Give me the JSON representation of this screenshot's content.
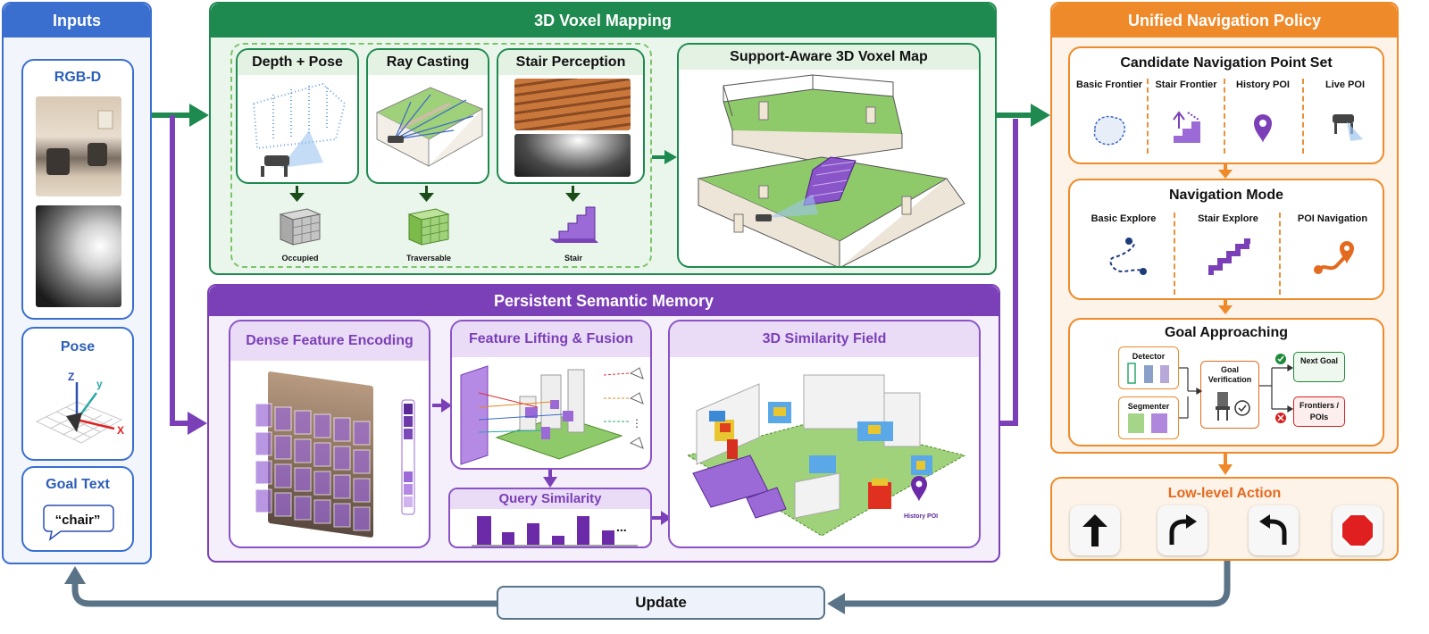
{
  "inputs": {
    "title": "Inputs",
    "rgbd_label": "RGB-D",
    "pose_label": "Pose",
    "axis_z": "Z",
    "axis_y": "y",
    "axis_x": "X",
    "goal_label": "Goal Text",
    "goal_value": "“chair”"
  },
  "voxel_mapping": {
    "title": "3D Voxel Mapping",
    "depth_pose": "Depth + Pose",
    "ray_casting": "Ray Casting",
    "stair_perception": "Stair Perception",
    "occupied": "Occupied",
    "traversable": "Traversable",
    "stair": "Stair",
    "voxel_map_title": "Support-Aware 3D Voxel Map"
  },
  "semantic_memory": {
    "title": "Persistent Semantic Memory",
    "dense_feature": "Dense Feature Encoding",
    "lifting": "Feature Lifting & Fusion",
    "query": "Query Similarity",
    "similarity_field": "3D Similarity Field",
    "history_poi": "History POI",
    "ellipsis": "..."
  },
  "policy": {
    "title": "Unified Navigation Policy",
    "candidate_title": "Candidate Navigation Point Set",
    "candidates": [
      "Basic Frontier",
      "Stair Frontier",
      "History POI",
      "Live POI"
    ],
    "mode_title": "Navigation Mode",
    "modes": [
      "Basic Explore",
      "Stair Explore",
      "POI Navigation"
    ],
    "goal_title": "Goal Approaching",
    "detector": "Detector",
    "segmenter": "Segmenter",
    "goal_verification": "Goal Verification",
    "next_goal": "Next Goal",
    "frontiers_pois": "Frontiers / POIs",
    "lowlevel_title": "Low-level Action"
  },
  "update": {
    "label": "Update"
  },
  "colors": {
    "blue": "#3a6fd0",
    "green": "#1e8a4f",
    "purple": "#7b3fb8",
    "orange": "#ef8a2a",
    "slate": "#5a7387"
  }
}
